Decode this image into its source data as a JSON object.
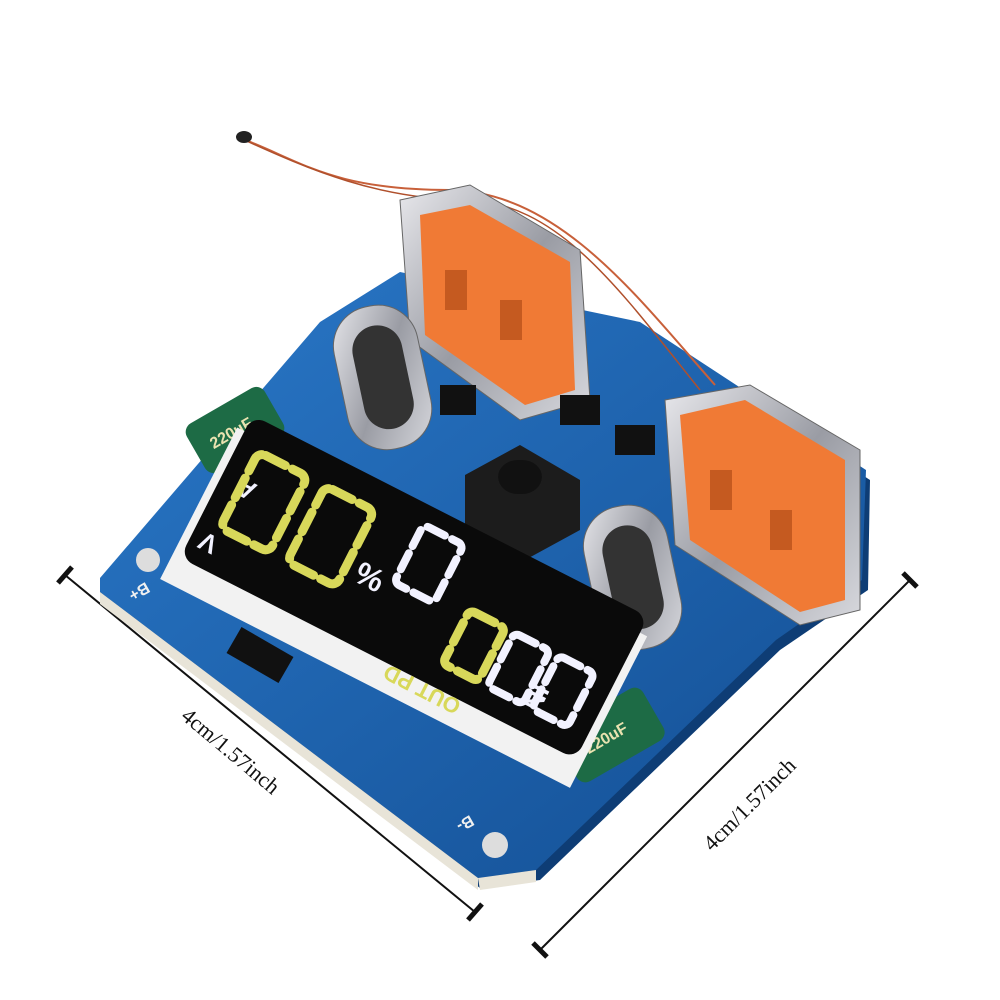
{
  "product": {
    "dimension_left": "4cm/1.57inch",
    "dimension_right": "4cm/1.57inch"
  },
  "display": {
    "label_a": "A",
    "label_v": "V",
    "label_percent": "%",
    "label_out_pd": "OUT PD",
    "label_in": "IN"
  },
  "silkscreen": {
    "capacitor_left": "220uF",
    "capacitor_right": "220uF",
    "pad_b_plus": "B+",
    "pad_b_minus": "B-"
  },
  "colors": {
    "pcb": "#1a5fa8",
    "usb_orange": "#f07a35",
    "display_white": "#f2f2ff",
    "display_yellow": "#d8d85a"
  }
}
